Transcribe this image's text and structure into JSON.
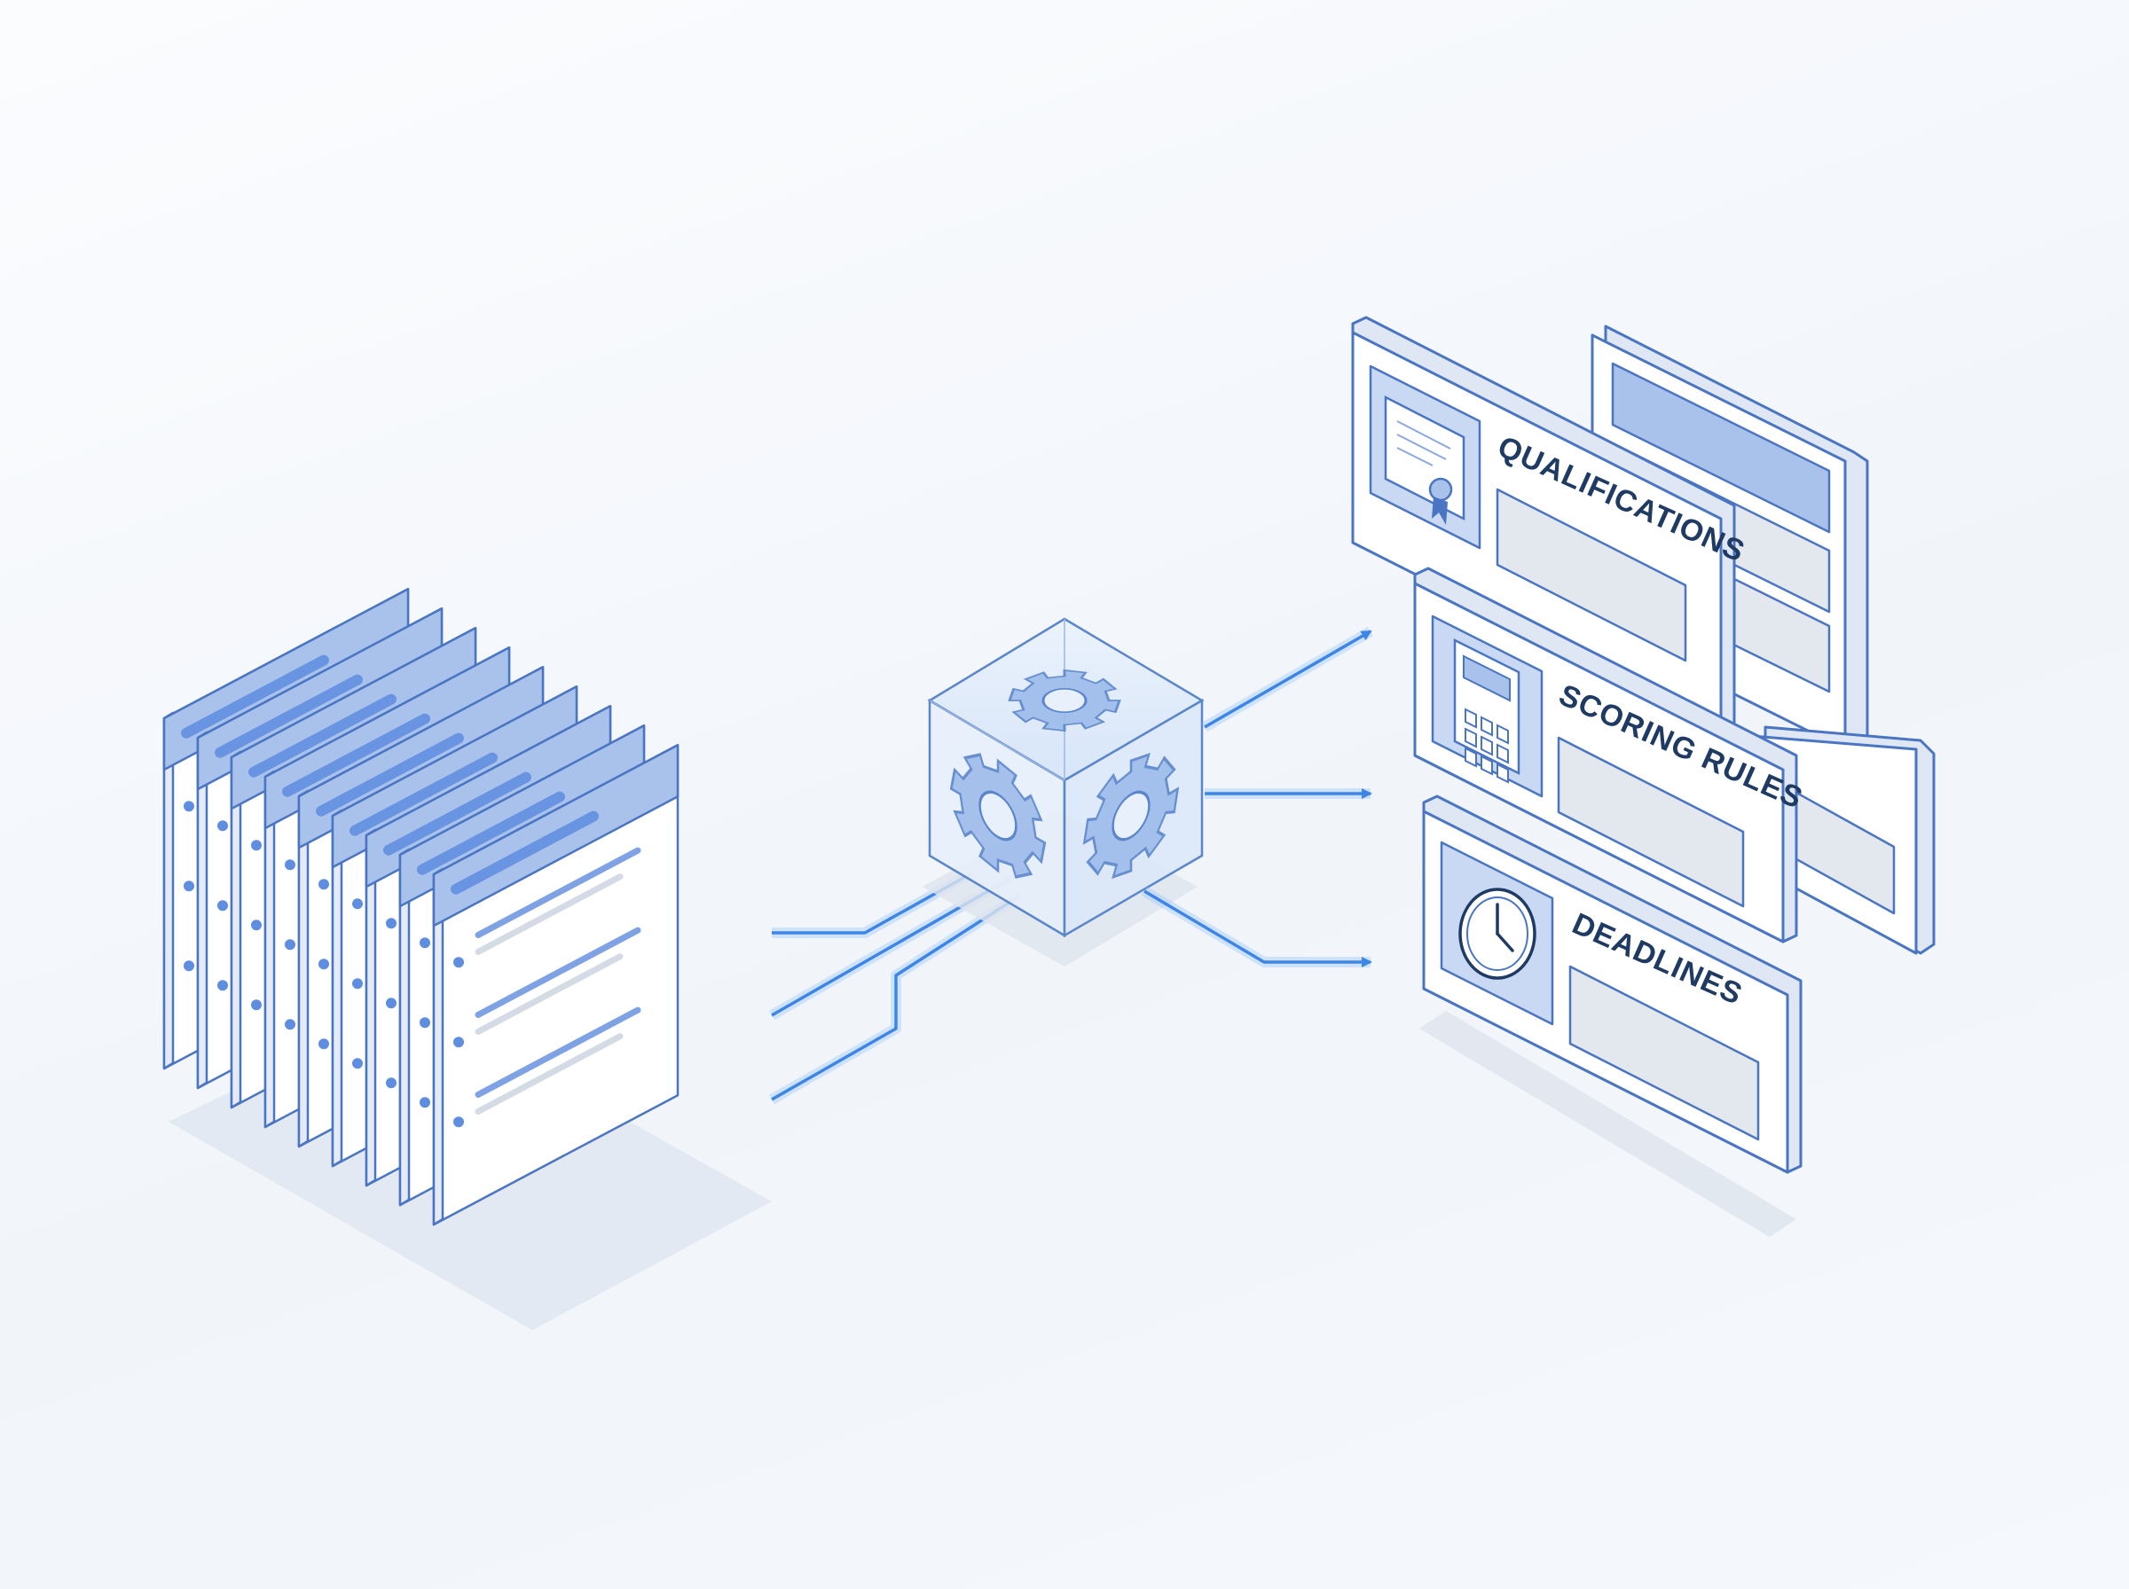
{
  "output_cards": [
    {
      "label": "QUALIFICATIONS",
      "icon": "certificate-icon"
    },
    {
      "label": "SCORING RULES",
      "icon": "calculator-icon"
    },
    {
      "label": "DEADLINES",
      "icon": "clock-icon"
    }
  ],
  "processor": {
    "icon": "gears-icon"
  },
  "colors": {
    "accent": "#3e86e6",
    "outline": "#4a75c2",
    "header_fill": "#a9c2ec",
    "label_text": "#1f3b63"
  }
}
